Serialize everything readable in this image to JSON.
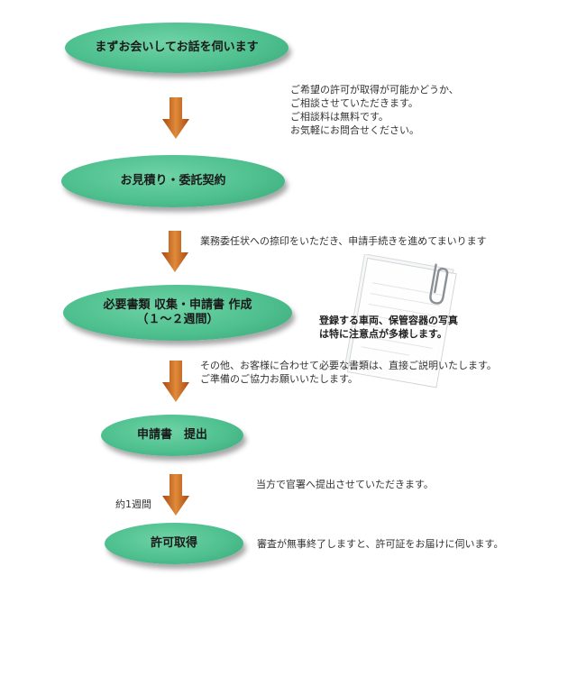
{
  "steps": [
    {
      "label": "まずお会いしてお話を伺います"
    },
    {
      "label": "お見積り・委託契約"
    },
    {
      "label": "必要書類 収集・申請書 作成\n（１～２週間）"
    },
    {
      "label": "申請書　提出"
    },
    {
      "label": "許可取得"
    }
  ],
  "notes": {
    "meeting": [
      "ご希望の許可が取得が可能かどうか、",
      "ご相談させていただきます。",
      "ご相談料は無料です。",
      "お気軽にお問合せください。"
    ],
    "contract": "業務委任状への捺印をいただき、申請手続きを進めてまいります",
    "documents": [
      "その他、お客様に合わせて必要な書類は、直接ご説明いたします。",
      "ご準備のご協力お願いいたします。"
    ],
    "callout": [
      "登録する車両、保管容器の写真",
      "は特に注意点が多様します。"
    ],
    "submit": "当方で官署へ提出させていただきます。",
    "duration": "約1週間",
    "final": "審査が無事終了しますと、許可証をお届けに伺います。"
  },
  "colors": {
    "step_fill": "#4fc08f",
    "arrow_fill": "#c8661c",
    "text": "#333333"
  },
  "icons": {
    "arrow": "down-arrow-icon",
    "document": "document-clip-icon"
  }
}
